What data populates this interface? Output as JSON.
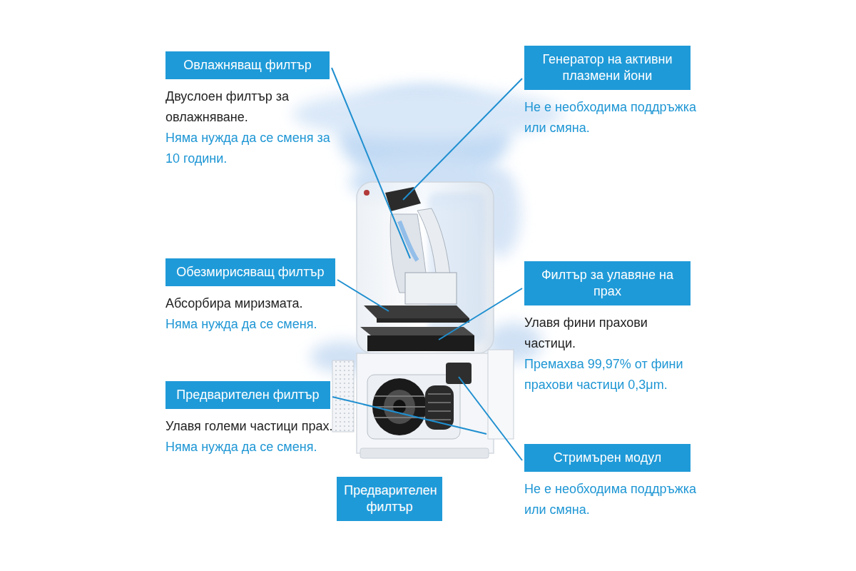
{
  "diagram": {
    "nodes": [
      {
        "text": [
          "Овлажняващ филтър",
          "Двуслоен филтър за овлажняване.",
          "Няма нужда да се сменя за 10 години."
        ]
      },
      {
        "text": [
          "Генератор на активни плазмени йони",
          "Не е необходима поддръжка или смяна."
        ]
      },
      {
        "text": [
          "Обезмирисяващ филтър",
          "Абсорбира миризмата.",
          "Няма нужда да се сменя."
        ]
      },
      {
        "text": [
          "Филтър за улавяне на прах",
          "Улавя фини прахови частици.",
          "Премахва 99,97% от фини прахови частици 0,3μm."
        ]
      },
      {
        "text": [
          "Предварителен филтър",
          "Улавя големи частици прах.",
          "Няма нужда да се сменя."
        ]
      },
      {
        "text": [
          "Стримърен модул",
          "Не е необходима поддръжка или смяна."
        ]
      },
      {
        "text": [
          "Предварителен филтър"
        ]
      }
    ]
  }
}
